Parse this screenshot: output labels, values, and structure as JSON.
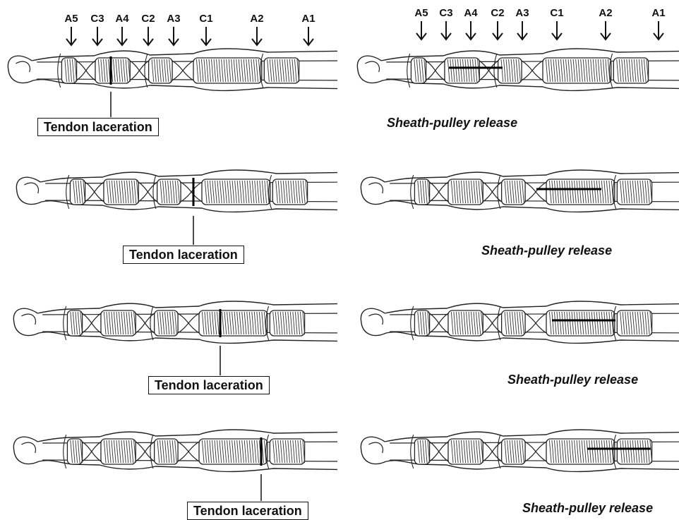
{
  "pulley_labels": [
    "A5",
    "C3",
    "A4",
    "C2",
    "A3",
    "C1",
    "A2",
    "A1"
  ],
  "laceration_label": "Tendon laceration",
  "release_label": "Sheath-pulley release",
  "rows": [
    {
      "laceration": "Tendon laceration",
      "release": "Sheath-pulley release"
    },
    {
      "laceration": "Tendon laceration",
      "release": "Sheath-pulley release"
    },
    {
      "laceration": "Tendon laceration",
      "release": "Sheath-pulley release"
    },
    {
      "laceration": "Tendon laceration",
      "release": "Sheath-pulley release"
    }
  ]
}
